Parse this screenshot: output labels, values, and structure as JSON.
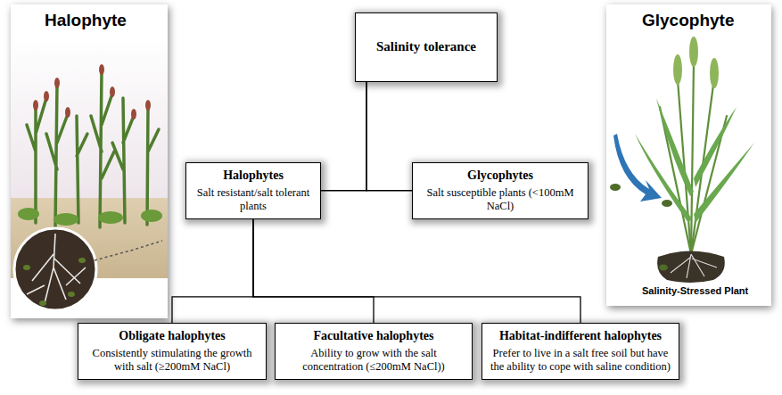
{
  "diagram": {
    "nodes": [
      {
        "text": [
          "Salinity tolerance"
        ]
      },
      {
        "text": [
          "Halophytes",
          "Salt resistant/salt tolerant plants"
        ]
      },
      {
        "text": [
          "Glycophytes",
          "Salt susceptible plants (<100mM NaCl)"
        ]
      },
      {
        "text": [
          "Obligate halophytes",
          "Consistently stimulating the growth with salt (≥200mM NaCl)"
        ]
      },
      {
        "text": [
          "Facultative halophytes",
          "Ability to grow with the salt concentration (≤200mM NaCl))"
        ]
      },
      {
        "text": [
          "Habitat-indifferent halophytes",
          "Prefer to live in a salt free soil but have the ability to cope with saline condition)"
        ]
      }
    ],
    "edges": [
      {
        "from": 0,
        "to": 1,
        "arrow": "none"
      },
      {
        "from": 0,
        "to": 2,
        "arrow": "none"
      },
      {
        "from": 1,
        "to": 3,
        "arrow": "none"
      },
      {
        "from": 1,
        "to": 4,
        "arrow": "none"
      },
      {
        "from": 1,
        "to": 5,
        "arrow": "none"
      }
    ],
    "labels": [
      "Halophyte",
      "Glycophyte",
      "Salinity-Stressed Plant"
    ]
  }
}
